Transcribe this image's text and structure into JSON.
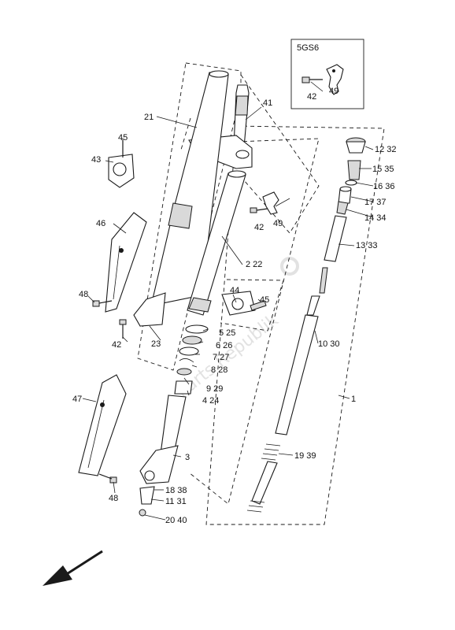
{
  "diagram": {
    "inset_label": "5GS6",
    "watermark": "Parts Republik",
    "callouts": {
      "c1": "1",
      "c2_22": "2  22",
      "c3": "3",
      "c4_24": "4   24",
      "c5_25": "5   25",
      "c6_26": "6   26",
      "c7_27": "7   27",
      "c8_28": "8   28",
      "c9_29": "9   29",
      "c10_30": "10 30",
      "c11_31": "11 31",
      "c12_32": "12 32",
      "c13_33": "13 33",
      "c14_34": "14 34",
      "c15_35": "15 35",
      "c16_36": "16 36",
      "c17_37": "17 37",
      "c18_38": "18 38",
      "c19_39": "19 39",
      "c20_40": "20 40",
      "c21": "21",
      "c23": "23",
      "c41": "41",
      "c42_inset": "42",
      "c42_clamp": "42",
      "c42_left": "42",
      "c43": "43",
      "c44": "44",
      "c45_top": "45",
      "c45_mid": "45",
      "c46": "46",
      "c47": "47",
      "c48_top": "48",
      "c48_bot": "48",
      "c49_inset": "49",
      "c49_clamp": "49"
    }
  }
}
